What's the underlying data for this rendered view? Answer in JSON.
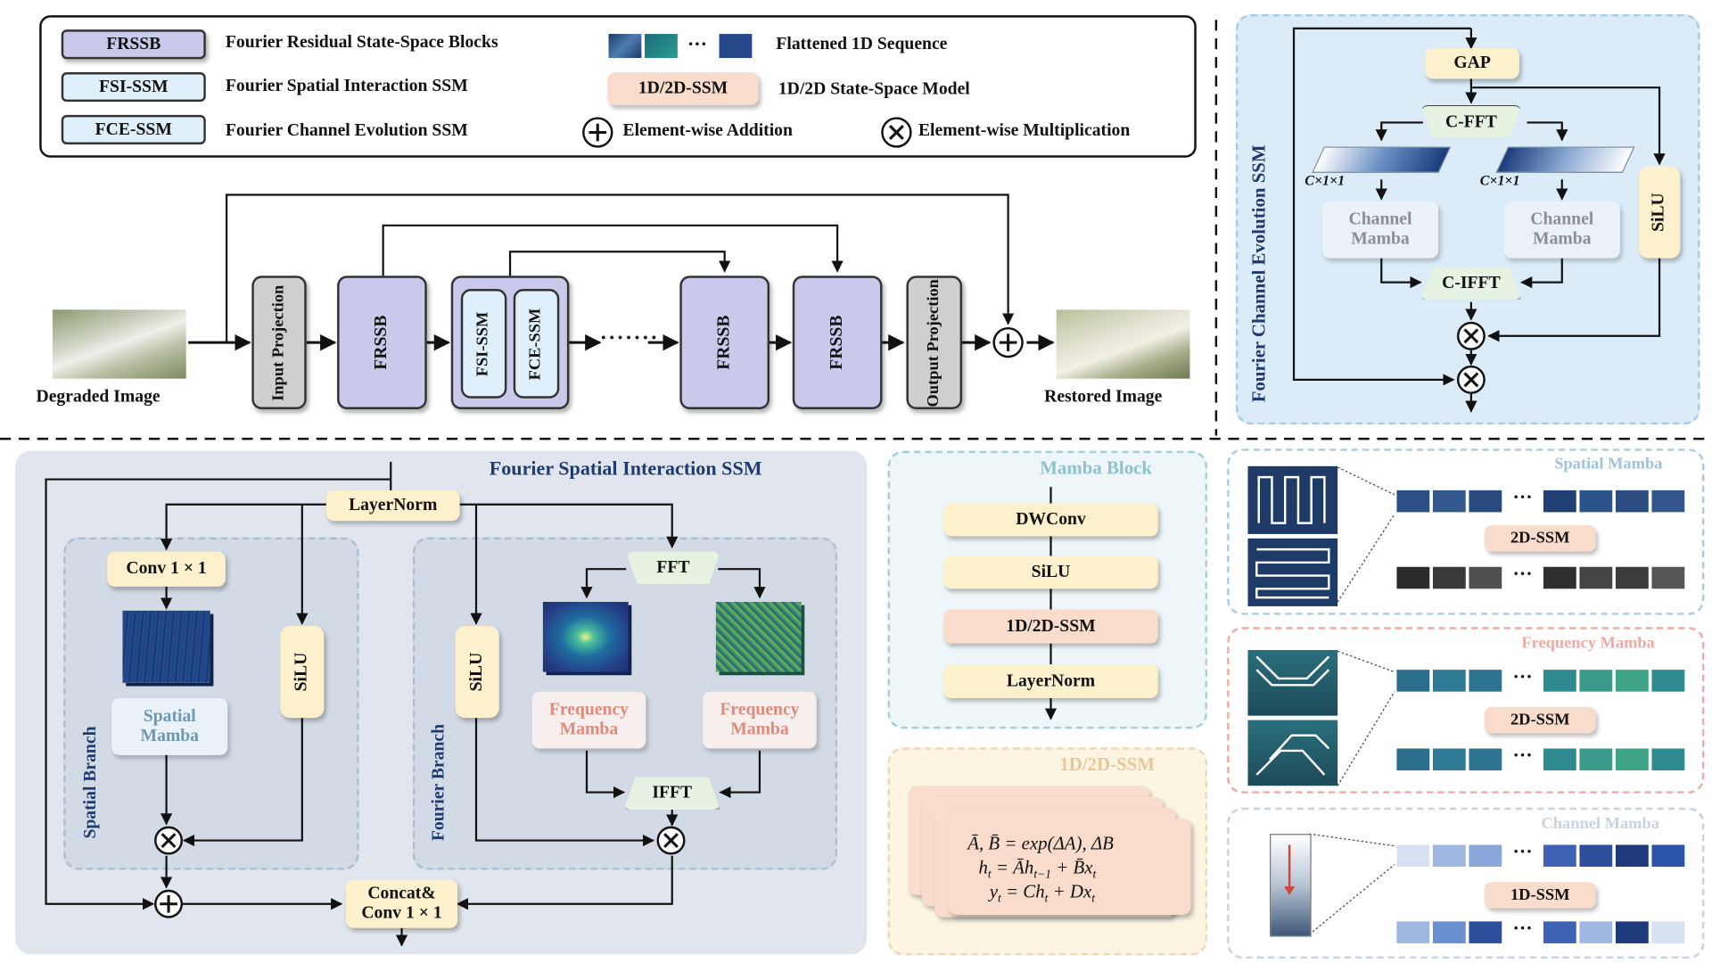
{
  "legend": {
    "frssb_key": "FRSSB",
    "frssb_desc": "Fourier Residual State-Space Blocks",
    "fsi_key": "FSI-SSM",
    "fsi_desc": "Fourier Spatial Interaction SSM",
    "fce_key": "FCE-SSM",
    "fce_desc": "Fourier Channel Evolution SSM",
    "seq_ellipsis": "···",
    "seq_desc": "Flattened 1D Sequence",
    "ssm_key": "1D/2D-SSM",
    "ssm_desc": "1D/2D State-Space Model",
    "add_desc": "Element-wise Addition",
    "mul_desc": "Element-wise Multiplication"
  },
  "pipeline": {
    "degraded": "Degraded Image",
    "input_proj": "Input Projection",
    "frssb": "FRSSB",
    "fsi": "FSI-SSM",
    "fce": "FCE-SSM",
    "ellipsis": "·······",
    "output_proj": "Output Projection",
    "restored": "Restored Image"
  },
  "fce_panel": {
    "title": "Fourier Channel Evolution SSM",
    "gap": "GAP",
    "cfft": "C-FFT",
    "shape_left": "C×1×1",
    "shape_right": "C×1×1",
    "channel_mamba": "Channel Mamba",
    "silu": "SiLU",
    "cifft": "C-IFFT"
  },
  "fsi_panel": {
    "title": "Fourier Spatial Interaction SSM",
    "layernorm": "LayerNorm",
    "conv": "Conv 1 × 1",
    "spatial_mamba": "Spatial Mamba",
    "silu": "SiLU",
    "spatial_branch": "Spatial Branch",
    "fourier_branch": "Fourier Branch",
    "fft": "FFT",
    "ifft": "IFFT",
    "freq_mamba": "Frequency Mamba",
    "concat_1": "Concat&",
    "concat_2": "Conv 1 × 1"
  },
  "mamba_block": {
    "title": "Mamba Block",
    "items": [
      "DWConv",
      "SiLU",
      "1D/2D-SSM",
      "LayerNorm"
    ]
  },
  "ssm_panel": {
    "title": "1D/2D-SSM"
  },
  "scan_panels": {
    "spatial_title": "Spatial Mamba",
    "freq_title": "Frequency Mamba",
    "channel_title": "Channel Mamba",
    "ssm2d": "2D-SSM",
    "ssm1d": "1D-SSM",
    "ellipsis": "···"
  },
  "colors": {
    "frssb_fill": "#c9c9ec",
    "fsi_panel_bg": "#e1e6ee",
    "fce_panel_bg": "#dbecf8",
    "ssm_peach": "#f9dccb",
    "block_yellow": "#fdf0cc",
    "fft_mint": "#e6f2e2",
    "freq_title": "#e89a8e",
    "mamba_title": "#8fc3c9",
    "ssm_title": "#e9c59a",
    "dark_title": "#1f3a6e"
  }
}
